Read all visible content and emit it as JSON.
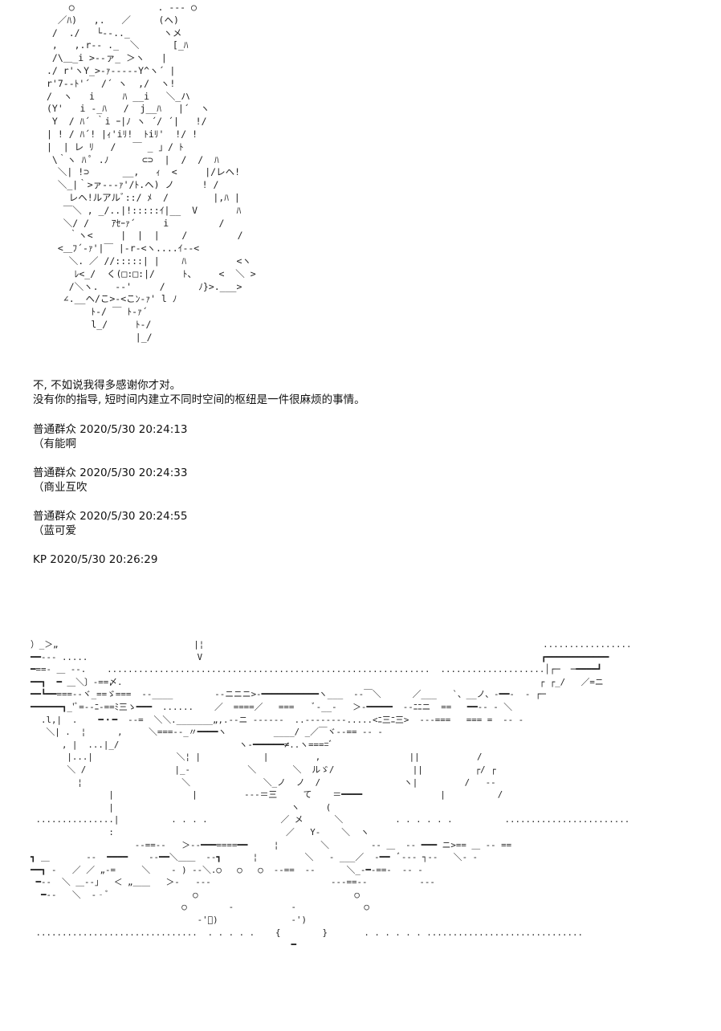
{
  "art_top": [
    "    ○               . -‐‐ ○",
    "  ／ﾊ)   ,.   ／     (ヘ)",
    " /  ./   └‐-.._      ヽメ",
    " ,   ,.r‐- ._  ＼      [_ﾊ",
    " /\\＿_i >‐-ァ_ ＞ヽ   |",
    "./ r'ヽY_>‐ｧ‐‐‐‐-Y^ヽ´ |",
    "r'7‐-ﾄ'´  /´ ヽ  ,/  ヽ!",
    "/  ヽ   i     ﾊ __i   ＼_ハ",
    "(Y'   i ‐_ﾊ   /  j__ﾊ   |´  ヽ",
    " Y  / ﾊ´ ｀i ｰ|ﾉ ヽ ´/ ´|   !/",
    "| ! / ﾊ´! |ｨ'iﾘ!  ﾄiﾘ'  !/ !",
    "|  | レ ﾘ   /   ￣ _ 」/ ﾄ",
    " \\｀ヽ ﾊ ﾟ .ﾉ      ⊂⊃  |  /  /  ﾊ",
    "  ＼| !⊃      __,   ｨ  <     |/レヘ!",
    "  ＼_|｀>ァ‐‐‐ｧ'/ﾄ.ヘ) ノ     ! /",
    "    レヘ!ルアルﾞ::/ ﾒ  /        |,ﾊ |",
    "   ￣＼ , _/..|!:::::ｲ|__  V       ﾊ",
    "   ＼/ /    ｱｾｰｧ´     i         /",
    "    ｀ヽ<     |  |  |    /         /",
    "  <＿ﾌ´‐ｧ'|￣ |‐r‐<ヽ....ｲ‐‐<",
    "    ＼. ／ //:::::| |    ﾊ         <ヽ",
    "     ﾚ<_/  く(□:□:|/     ﾄ、    <  ＼ >",
    "    /＼ヽ.   ‐‐'     /      ﾉ}>.___>",
    "   ∠.__ヘ/こ>‐<こﾝ‐ｧ' l ﾉ",
    "        ﾄ‐/ ￣ ﾄ‐ｧ´",
    "        l_/     ﾄ‐/",
    "                |_/"
  ],
  "narration": [
    "不, 不如说我得多感谢你才对。",
    "没有你的指导, 短时间内建立不同时空间的枢纽是一件很麻烦的事情。"
  ],
  "posts": [
    {
      "header": "普通群众 2020/5/30 20:24:13",
      "body": "（有能啊"
    },
    {
      "header": "普通群众 2020/5/30 20:24:33",
      "body": "（商业互吹"
    },
    {
      "header": "普通群众 2020/5/30 20:24:55",
      "body": "（蓝可爱"
    },
    {
      "header": "KP 2020/5/30 20:26:29",
      "body": ""
    }
  ],
  "art_bottom": [
    "）_＞„                          |¦                                                                 .................",
    "━━‐-- .....                     V                                                                 ┏━━━━━━━━━━━━",
    "━==‐ ＿ --.    ..............................................................  ....................│┌─  ─━━━━┛",
    "━━┓  ━ ＿＼〕-==〆.                                                                                ┌ ┌_/   ／=ニ",
    "━━┗━━===-‐ヾ_==ゞ===  ‐‐____        -‐ニニニ>‐━━━━━━━━━━━ヽ___  ‐‐￣＼      ／___   `、__ノ、‐━━‐  ‐ ┌─",
    "━━━━━━┓_'ﾞ=‐‐ﾆ‐==ﾐ三ゝ━━━  ......    ／  ====／   ===    ﾞ‐__‐   ＞‐━━━━━  ‐-ﾆﾆニ  ==   ━━‐‐ ‐ ＼",
    "  .l,|  .    ━・━  ‐-=  ＼＼._______„,.‐‐ニ ‐‐‐‐‐‐  ..--------.....<ﾆ三ﾆ三>  ‐--===   === =  ‐‐ ‐",
    "   ＼| .  ¦      ,     ＼===‐‐_〃━━━━ヽ         ____/ _／￣ヾ‐-== ‐‐ ‐",
    "      , |  ...|_/                       ヽ‐━━━━━━≠..ヽ====ﾞ",
    "       |...|                ＼¦ |            |         ,                 ||           /",
    "       ＼ /                 |_‐           ＼       ＼  ルゞ/               ||          ┌/ ┌",
    "         ¦                   ＼              ＼_ノ  ノ  /                ヽ|         /   ‐‐",
    "               |               |         ‐‐‐＝三     て    ＝━━━━               |          /",
    "               |                                  ヽ     (",
    " ...............|          . . . .              ／ メ      ＼          . . . . . .          ........................",
    "               :                                 ／   Y‐    ＼  ヽ",
    "                    ‐‐==‐‐   ＞‐‐━━━====━━     ¦        ＼        ‐‐ ＿  ‐‐ ━━━ ニ>== ＿ ‐‐ ==",
    "┓ ＿       ‐‐  ━━━━    ‐‐━━＼＿＿  ‐‐┓      ¦         ＼   ‐ ___／  ‐━━  ﾞ‐‐‐ ┐‐‐   ＼‐ ‐",
    "━━┓ ‐   ／ ／ „‐=     ＼    ‐ ) ‐‐＼.○   ○   ○  ‐‐==  ‐‐      ＼_‐━‐==‐  ‐‐ ‐ ",
    " ━‐‐  ＼ ＿‐‐」  ＜ „＿＿   ＞‐   ‐‐‐                       ‐‐‐==‐‐          ‐‐‐",
    "  ━‐‐   ＼  ‐‐ﾞ                ○                              ○",
    "                             ○        ‐           ‐             ○",
    "                                ‐'ﾞ)              ‐')",
    " ...............................  . . . . .    {        }       . . . . . . ..............................",
    "                                                  ━"
  ]
}
